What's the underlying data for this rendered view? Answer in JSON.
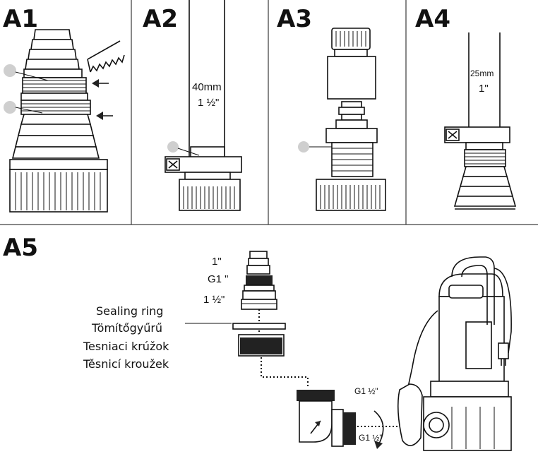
{
  "panels": {
    "a1": {
      "label": "A1"
    },
    "a2": {
      "label": "A2",
      "size_mm": "40mm",
      "size_inch": "1 ½\""
    },
    "a3": {
      "label": "A3"
    },
    "a4": {
      "label": "A4",
      "size_mm": "25mm",
      "size_inch": "1\""
    },
    "a5": {
      "label": "A5",
      "thread_1": "1\"",
      "thread_g1": "G1 \"",
      "thread_1_5": "1 ½\"",
      "pump_thread_top": "G1 ½\"",
      "pump_thread_side": "G1 ½\"",
      "sealing_ring": [
        "Sealing ring",
        "Tömítőgyűrű",
        "Tesniaci krúžok",
        "Těsnicí kroužek"
      ]
    }
  }
}
